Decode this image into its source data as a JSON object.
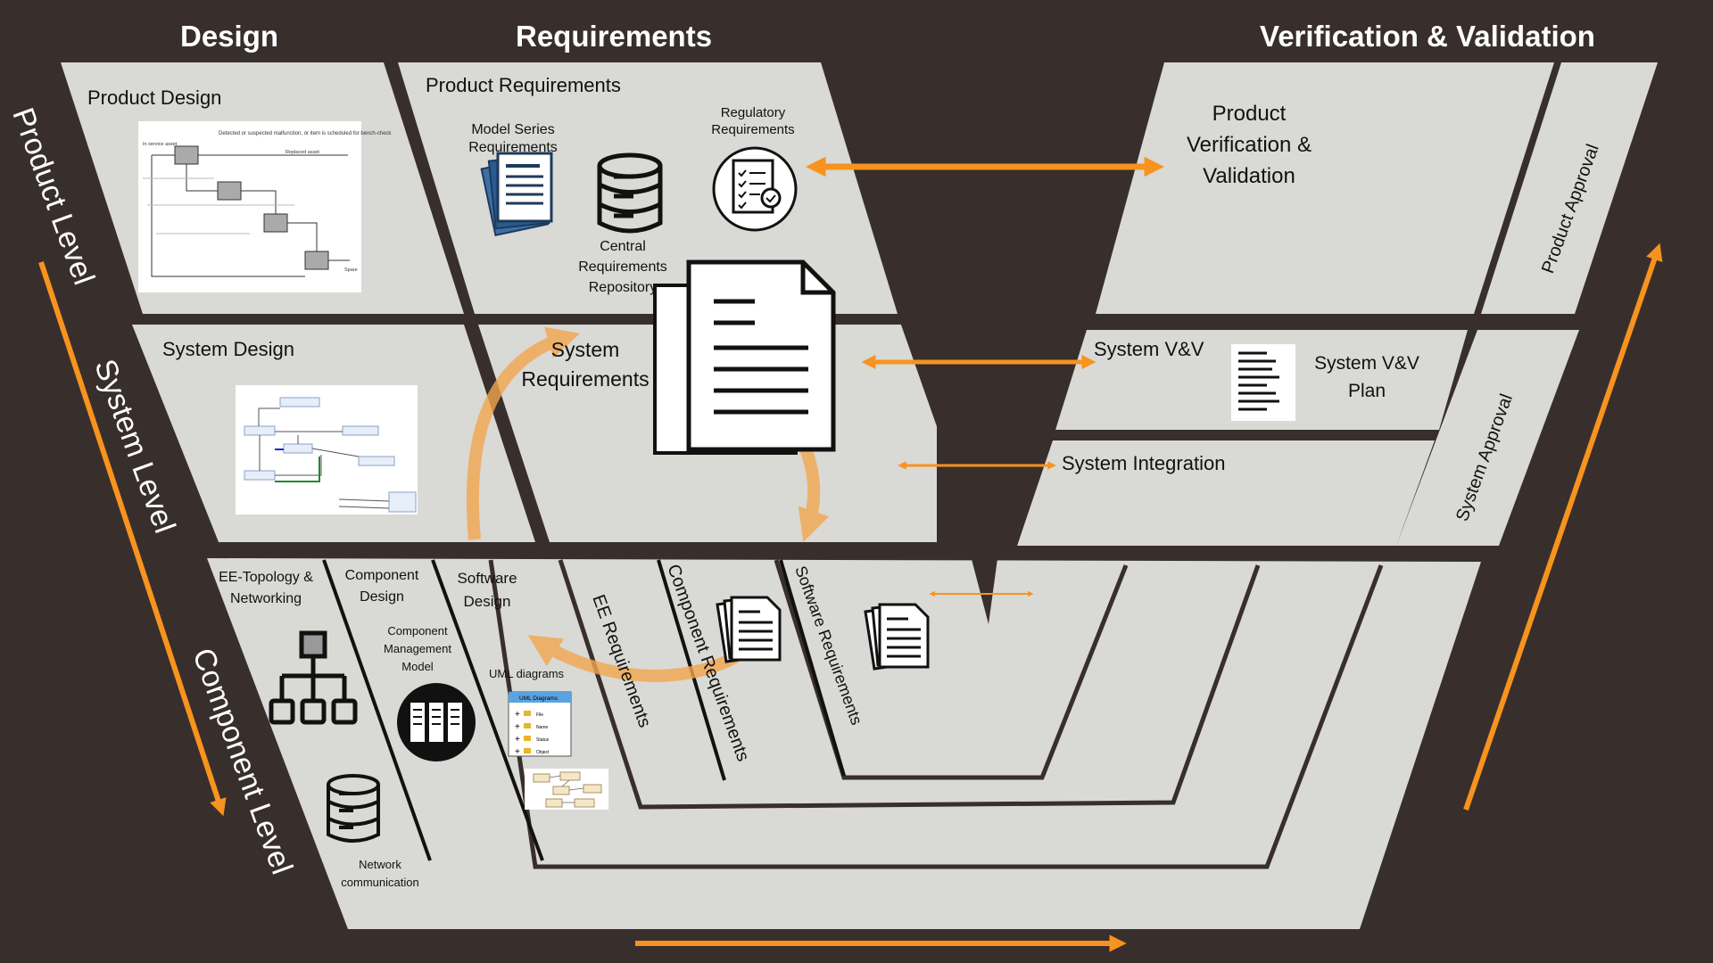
{
  "headers": {
    "design": "Design",
    "requirements": "Requirements",
    "vv": "Verification & Validation"
  },
  "levels": {
    "product": "Product Level",
    "system": "System Level",
    "component": "Component Level"
  },
  "product": {
    "design": "Product Design",
    "requirements": "Product Requirements",
    "model_series": "Model Series Requirements",
    "regulatory": "Regulatory Requirements",
    "central_repo": "Central Requirements Repository",
    "vv": "Product Verification & Validation",
    "approval": "Product Approval"
  },
  "system": {
    "design": "System Design",
    "requirements": "System Requirements",
    "vv": "System V&V",
    "vv_plan": "System V&V Plan",
    "integration": "System Integration",
    "approval": "System Approval"
  },
  "component": {
    "ee_topology": "EE-Topology & Networking",
    "component_design": "Component Design",
    "software_design": "Software Design",
    "cmm": "Component Management Model",
    "uml": "UML diagrams",
    "uml_window_title": "UML Diagrams",
    "uml_tree": [
      "File",
      "Name",
      "Status",
      "Object"
    ],
    "network": "Network communication",
    "ee_req": "EE Requirements",
    "comp_req": "Component Requirements",
    "sw_req": "Software Requirements"
  },
  "flowchart": {
    "note": "Detected or suspected malfunction, or item is scheduled for bench-check",
    "in_service": "In service asset",
    "spare": "Spare",
    "replaced": "Replaced asset"
  },
  "colors": {
    "background": "#382f2d",
    "panel": "#d9d9d6",
    "accent": "#f7931e"
  }
}
